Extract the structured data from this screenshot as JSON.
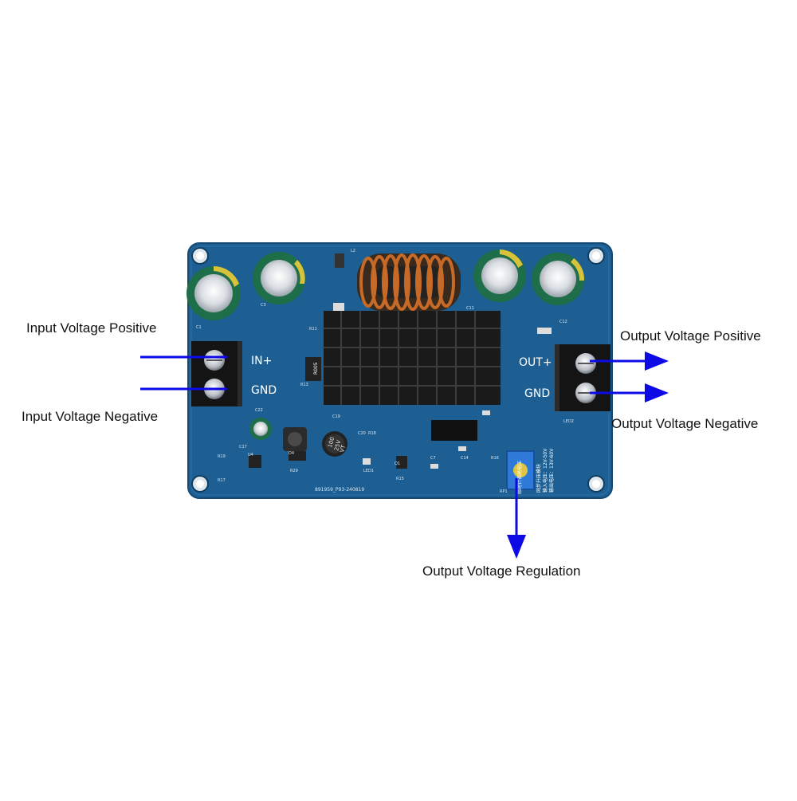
{
  "callouts": {
    "input_positive": "Input Voltage Positive",
    "input_negative": "Input Voltage Negative",
    "output_positive": "Output Voltage Positive",
    "output_negative": "Output Voltage Negative",
    "output_regulation": "Output Voltage Regulation"
  },
  "board": {
    "label_in_plus": "IN+",
    "label_gnd_in": "GND",
    "label_out_plus": "OUT+",
    "label_gnd_out": "GND",
    "silkscreen_serial": "891959_P93-240819",
    "resistor_code": "R005",
    "cap_c19_value": "100",
    "cap_c19_voltage": "25V",
    "cap_c19_suffix": "VT",
    "chinese_line1": "同步升压模块",
    "chinese_line2": "输入电压：12V-50V",
    "chinese_line3": "输出电压：13V-60V",
    "chinese_line4": "顺时针调高电压",
    "ref_c1": "C1",
    "ref_c3": "C3",
    "ref_c11": "C11",
    "ref_l2": "L2",
    "ref_c19": "C19",
    "ref_c22": "C22",
    "ref_c17": "C17",
    "ref_u4": "U4",
    "ref_r11": "R11",
    "ref_r13": "R13",
    "ref_c12": "C12",
    "ref_led2": "LED2",
    "ref_led1": "LED1",
    "ref_c20": "C20",
    "ref_r18": "R18",
    "ref_r19": "R19",
    "ref_r17": "R17",
    "ref_r29": "R29",
    "ref_d4": "D4",
    "ref_r15": "R15",
    "ref_c7": "C7",
    "ref_c14": "C14",
    "ref_r16": "R16",
    "ref_rp1": "RP1",
    "ref_q1": "Q1"
  },
  "colors": {
    "board": "#1d5f93",
    "board_edge": "#144a74",
    "arrow": "#0d0ae6",
    "heatsink": "#1a1a1a",
    "terminal": "#141414",
    "coil": "#c76a28",
    "capacitor": "#1f6e4a",
    "trimmer": "#2f79d8"
  },
  "icons": {
    "screw_terminal": "screw-terminal-icon",
    "capacitor": "electrolytic-capacitor-icon",
    "inductor": "toroid-inductor-icon",
    "heatsink": "heatsink-icon",
    "potentiometer": "trimmer-potentiometer-icon"
  }
}
